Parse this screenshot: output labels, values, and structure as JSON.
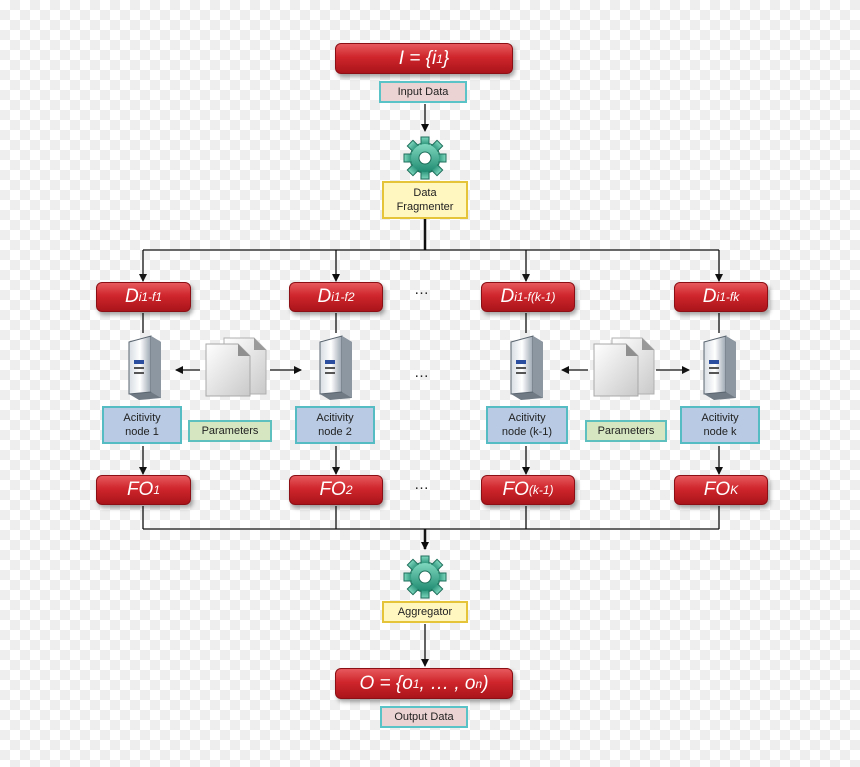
{
  "input": {
    "label": "I = {i",
    "sub": "1",
    "close": "}",
    "tag": "Input Data"
  },
  "fragmenter": {
    "tag_line1": "Data",
    "tag_line2": "Fragmenter",
    "icon": "gear-icon"
  },
  "fragments": [
    {
      "base": "D",
      "sub": "i1-f1"
    },
    {
      "base": "D",
      "sub": "i1-f2"
    },
    {
      "base": "D",
      "sub": "i1-f(k-1)"
    },
    {
      "base": "D",
      "sub": "i1-fk"
    }
  ],
  "nodes": [
    {
      "line1": "Acitivity",
      "line2": "node 1",
      "icon": "server-icon"
    },
    {
      "line1": "Acitivity",
      "line2": "node 2",
      "icon": "server-icon"
    },
    {
      "line1": "Acitivity",
      "line2": "node (k-1)",
      "icon": "server-icon"
    },
    {
      "line1": "Acitivity",
      "line2": "node k",
      "icon": "server-icon"
    }
  ],
  "parameters": [
    {
      "label": "Parameters",
      "icon": "documents-icon"
    },
    {
      "label": "Parameters",
      "icon": "documents-icon"
    }
  ],
  "outputs": [
    {
      "base": "FO",
      "sub": "1"
    },
    {
      "base": "FO",
      "sub": "2"
    },
    {
      "base": "FO",
      "sub": "(k-1)"
    },
    {
      "base": "FO",
      "sub": "K"
    }
  ],
  "ellipsis": "…",
  "aggregator": {
    "tag": "Aggregator",
    "icon": "gear-icon"
  },
  "output": {
    "prefix": "O = {o",
    "sub1": "1",
    "middle": ", … , o",
    "subn": "n",
    "close": ")",
    "tag": "Output Data"
  },
  "colors": {
    "box_red": "#cf262c",
    "line": "#111111",
    "gear_green": "#39a08c"
  }
}
